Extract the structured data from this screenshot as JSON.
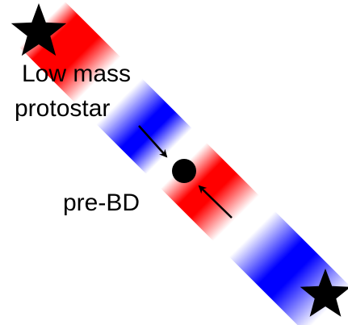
{
  "labels": {
    "protostar_line1": "Low mass",
    "protostar_line2": "protostar",
    "pre_bd": "pre-BD"
  },
  "colors": {
    "red": "#ff0000",
    "blue": "#0000ff",
    "white": "#ffffff",
    "black": "#000000"
  }
}
